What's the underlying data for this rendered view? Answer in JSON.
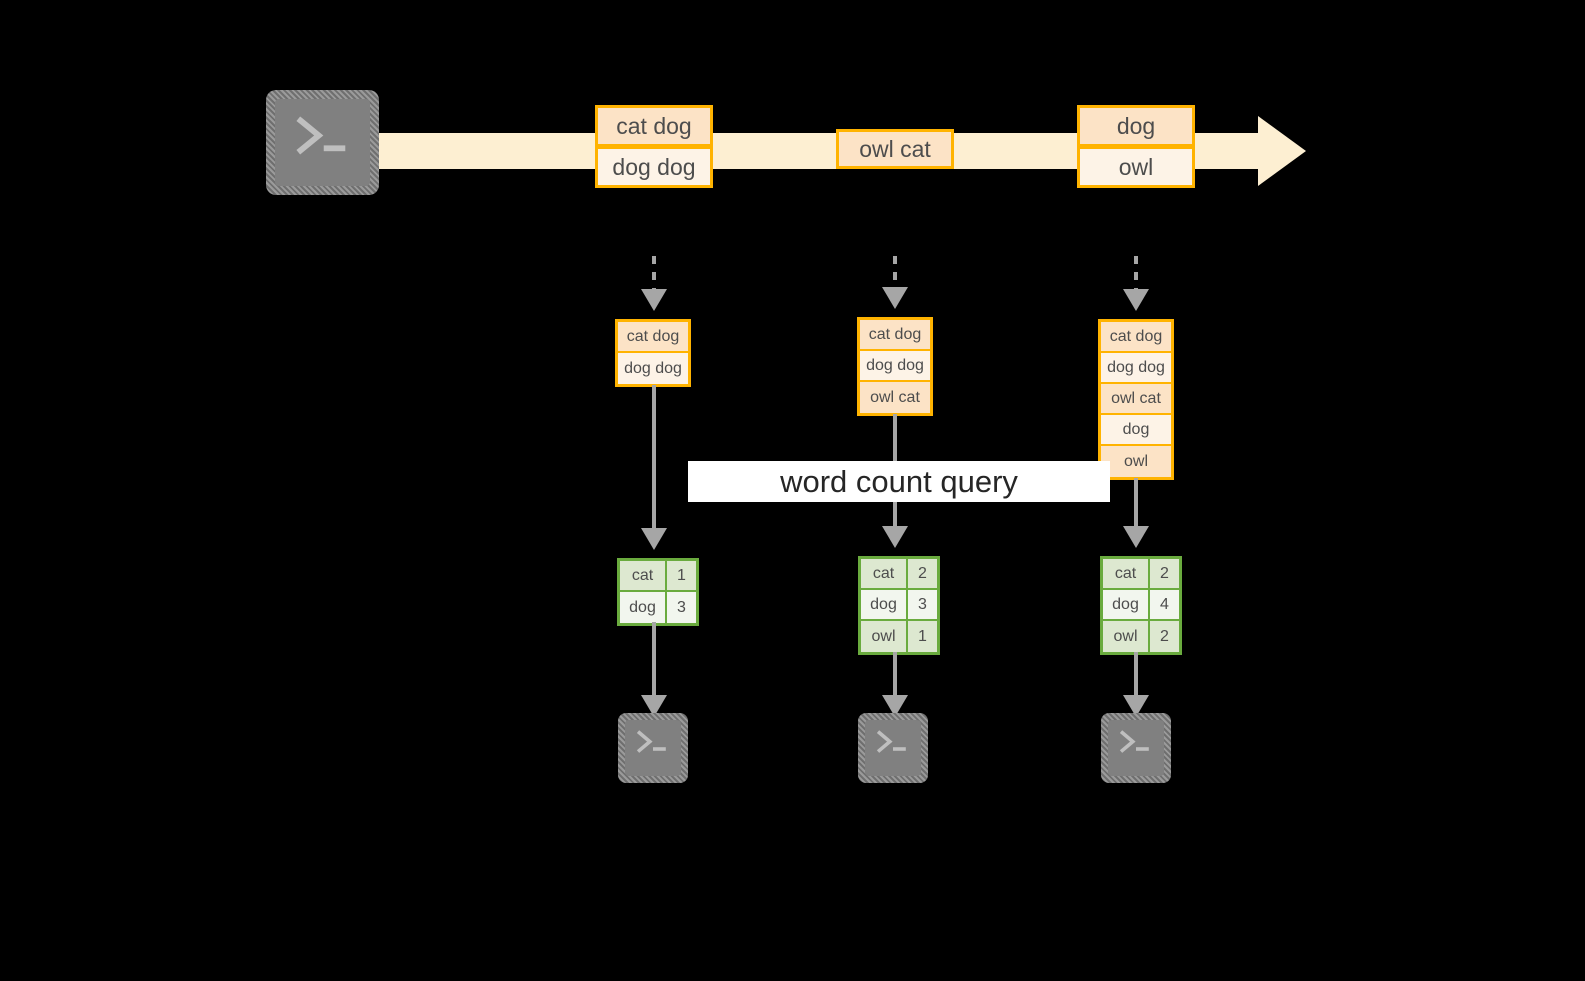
{
  "diagram": {
    "title_label": "word count query",
    "colors": {
      "background": "#000000",
      "stream_band": "#FDEFD2",
      "event_border": "#FFB300",
      "event_fill_dark": "#FCE3C6",
      "event_fill_light": "#FDF3E7",
      "result_border": "#6AAB3E",
      "result_fill_dark": "#DDE8D0",
      "result_fill_light": "#F2F6EE",
      "connector": "#A6A6A6",
      "terminal": "#808080",
      "label_bg": "#FFFFFF",
      "text": "#4D4D4D"
    }
  },
  "source": {
    "icon": "terminal-icon",
    "glyph": ">_"
  },
  "stream": {
    "events": [
      {
        "id": "event-group-1",
        "lines": [
          "cat dog",
          "dog dog"
        ]
      },
      {
        "id": "event-group-2",
        "lines": [
          "owl cat"
        ]
      },
      {
        "id": "event-group-3",
        "lines": [
          "dog",
          "owl"
        ]
      }
    ]
  },
  "snapshots": [
    {
      "id": "snapshot-1",
      "input_rows": [
        "cat dog",
        "dog dog"
      ],
      "result_headerless": true,
      "results": [
        {
          "word": "cat",
          "count": "1"
        },
        {
          "word": "dog",
          "count": "3"
        }
      ],
      "sink_icon": "terminal-icon",
      "sink_glyph": ">_"
    },
    {
      "id": "snapshot-2",
      "input_rows": [
        "cat dog",
        "dog dog",
        "owl cat"
      ],
      "result_headerless": true,
      "results": [
        {
          "word": "cat",
          "count": "2"
        },
        {
          "word": "dog",
          "count": "3"
        },
        {
          "word": "owl",
          "count": "1"
        }
      ],
      "sink_icon": "terminal-icon",
      "sink_glyph": ">_"
    },
    {
      "id": "snapshot-3",
      "input_rows": [
        "cat dog",
        "dog dog",
        "owl cat",
        "dog",
        "owl"
      ],
      "result_headerless": true,
      "results": [
        {
          "word": "cat",
          "count": "2"
        },
        {
          "word": "dog",
          "count": "4"
        },
        {
          "word": "owl",
          "count": "2"
        }
      ],
      "sink_icon": "terminal-icon",
      "sink_glyph": ">_"
    }
  ]
}
